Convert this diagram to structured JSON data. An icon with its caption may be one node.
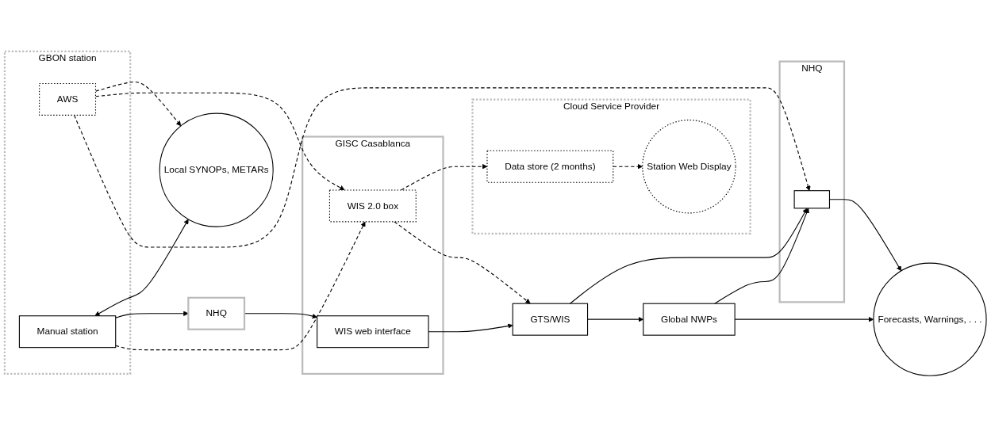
{
  "diagram": {
    "nodes": [
      {
        "text": [
          "GBON station"
        ]
      },
      {
        "text": [
          "AWS"
        ],
        "in": 0
      },
      {
        "text": [
          "Manual station"
        ],
        "in": 0
      },
      {
        "text": [
          "Local SYNOPs, METARs"
        ]
      },
      {
        "text": [
          "NHQ"
        ]
      },
      {
        "text": [
          "GISC Casablanca"
        ]
      },
      {
        "text": [
          "WIS 2.0 box"
        ],
        "in": 5
      },
      {
        "text": [
          "WIS web interface"
        ],
        "in": 5
      },
      {
        "text": [
          "Cloud Service Provider"
        ]
      },
      {
        "text": [
          "Data store (2 months)"
        ],
        "in": 8
      },
      {
        "text": [
          "Station Web Display"
        ],
        "in": 8
      },
      {
        "text": [
          "GTS/WIS"
        ]
      },
      {
        "text": [
          "Global NWPs"
        ]
      },
      {
        "text": [
          "NHQ"
        ]
      },
      {
        "text": [],
        "shape": "box",
        "in": 13
      },
      {
        "text": [
          "Forecasts, Warnings, . . ."
        ]
      }
    ],
    "edges": [
      {
        "from": 2,
        "to": 3,
        "arrow": "both"
      },
      {
        "from": 1,
        "to": 3,
        "arrow": "to",
        "style": "dashed"
      },
      {
        "from": 2,
        "to": 4,
        "arrow": "to"
      },
      {
        "from": 4,
        "to": 7,
        "arrow": "to"
      },
      {
        "from": 2,
        "to": 6,
        "arrow": "to",
        "style": "dashed"
      },
      {
        "from": 1,
        "to": 6,
        "arrow": "to",
        "style": "dashed"
      },
      {
        "from": 1,
        "to": 14,
        "arrow": "to",
        "style": "dashed"
      },
      {
        "from": 6,
        "to": 9,
        "arrow": "to",
        "style": "dashed"
      },
      {
        "from": 9,
        "to": 10,
        "arrow": "to",
        "style": "dashed"
      },
      {
        "from": 6,
        "to": 11,
        "arrow": "to",
        "style": "dashed"
      },
      {
        "from": 7,
        "to": 11,
        "arrow": "to"
      },
      {
        "from": 11,
        "to": 14,
        "arrow": "to"
      },
      {
        "from": 11,
        "to": 12,
        "arrow": "to"
      },
      {
        "from": 12,
        "to": 14,
        "arrow": "to"
      },
      {
        "from": 12,
        "to": 15,
        "arrow": "to"
      },
      {
        "from": 14,
        "to": 15,
        "arrow": "to"
      }
    ]
  }
}
